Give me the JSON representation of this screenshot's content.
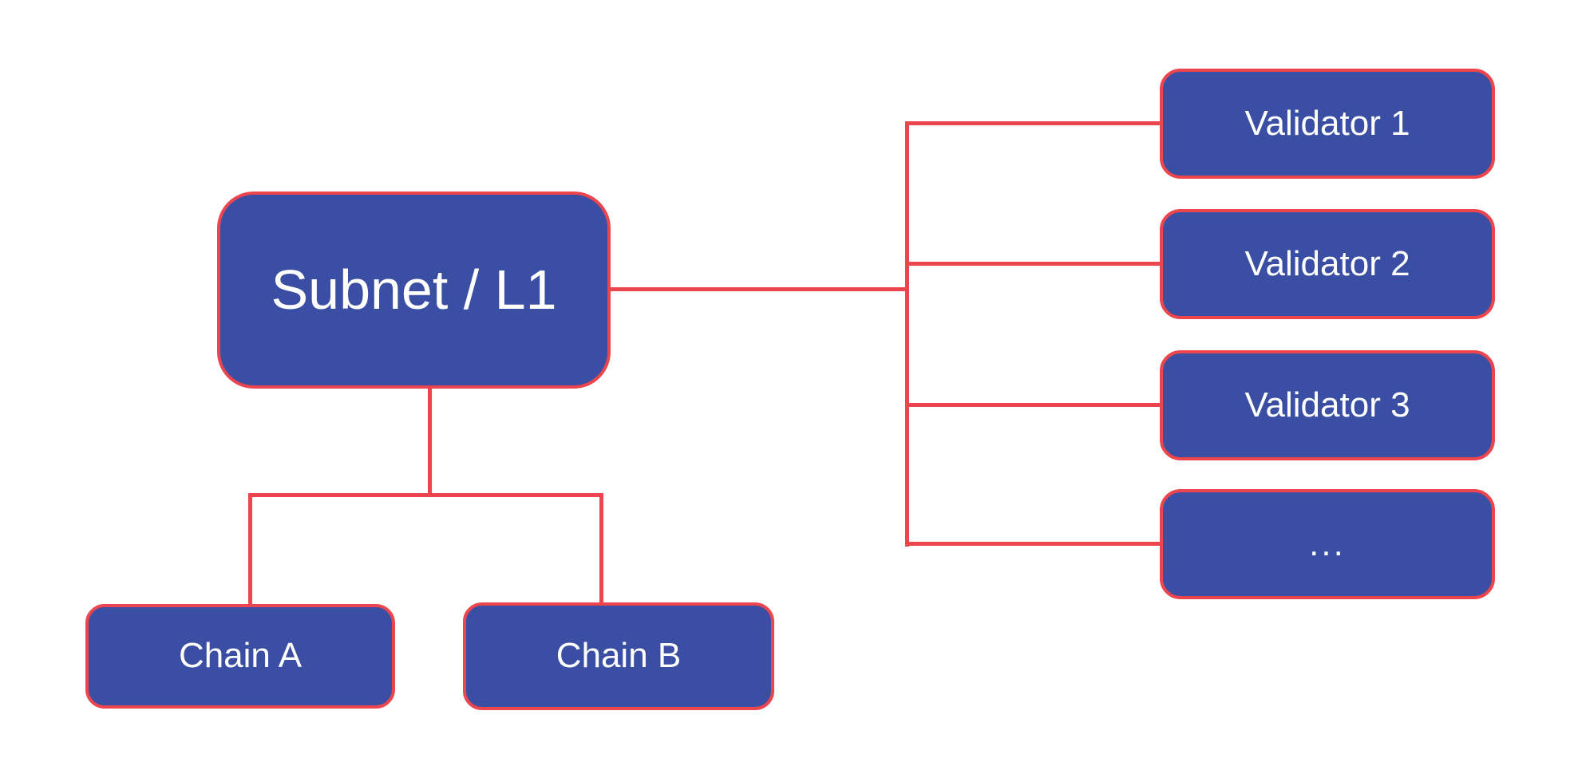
{
  "diagram": {
    "root": {
      "label": "Subnet / L1"
    },
    "chains": [
      {
        "label": "Chain A"
      },
      {
        "label": "Chain B"
      }
    ],
    "validators": [
      {
        "label": "Validator 1"
      },
      {
        "label": "Validator 2"
      },
      {
        "label": "Validator 3"
      },
      {
        "label": "..."
      }
    ],
    "colors": {
      "node_fill": "#3a4fa3",
      "node_border": "#ec454e",
      "connector": "#ec454e",
      "label_text": "#ffffff",
      "background": "#ffffff"
    }
  }
}
